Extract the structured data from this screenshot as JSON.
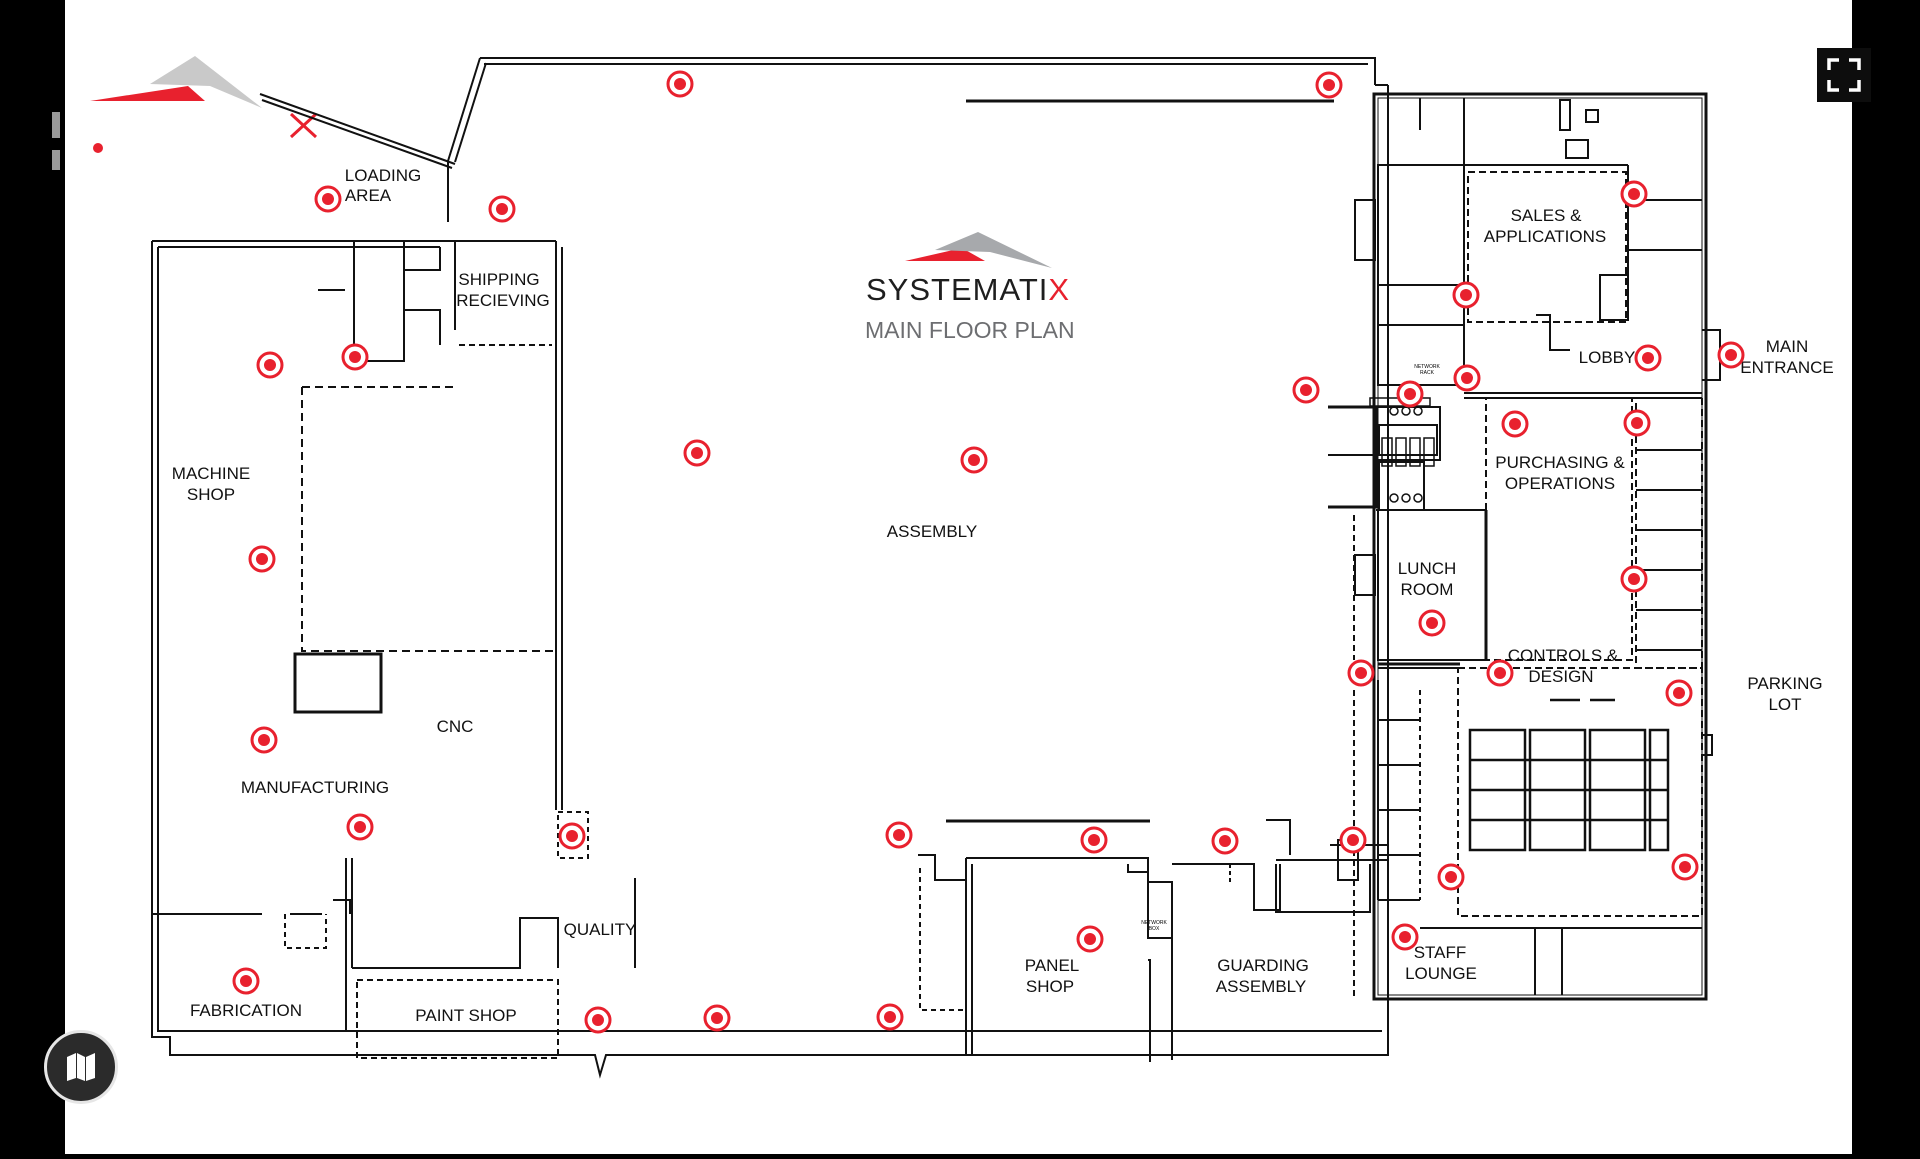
{
  "brand": {
    "name": "SYSTEMATIX",
    "plan_title": "MAIN FLOOR PLAN",
    "accent_red": "#e8212e",
    "accent_gray": "#a7a9ac",
    "text_dark": "#1e1e1e"
  },
  "rooms": {
    "loading_area": [
      "LOADING",
      "AREA"
    ],
    "shipping": [
      "SHIPPING",
      "RECIEVING"
    ],
    "machine_shop": [
      "MACHINE",
      "SHOP"
    ],
    "assembly": "ASSEMBLY",
    "cnc": "CNC",
    "manufacturing": "MANUFACTURING",
    "quality": "QUALITY",
    "fabrication": "FABRICATION",
    "paint_shop": "PAINT SHOP",
    "panel_shop": [
      "PANEL",
      "SHOP"
    ],
    "guarding_assembly": [
      "GUARDING",
      "ASSEMBLY"
    ],
    "staff_lounge": [
      "STAFF",
      "LOUNGE"
    ],
    "lunch_room": [
      "LUNCH",
      "ROOM"
    ],
    "sales": [
      "SALES &",
      "APPLICATIONS"
    ],
    "lobby": "LOBBY",
    "main_entrance": [
      "MAIN",
      "ENTRANCE"
    ],
    "purchasing": [
      "PURCHASING &",
      "OPERATIONS"
    ],
    "controls": [
      "CONTROLS &",
      "DESIGN"
    ],
    "parking_lot": [
      "PARKING",
      "LOT"
    ]
  },
  "small_marks": {
    "network_rack": [
      "NETWORK",
      "RACK"
    ],
    "network_box": [
      "NETWORK",
      "BOX"
    ]
  },
  "controls": {
    "fullscreen_icon": "fullscreen-icon",
    "map_icon": "map-icon"
  },
  "hotspot_count": 39
}
